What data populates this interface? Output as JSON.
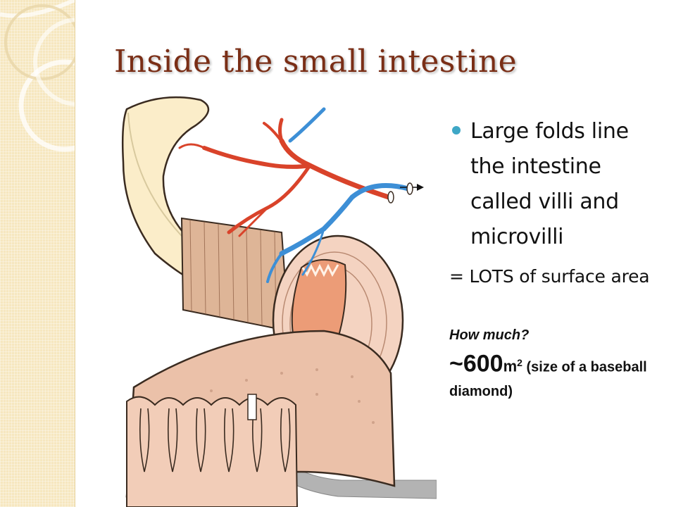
{
  "slide": {
    "title": "Inside the small intestine",
    "bullet": "Large folds line the intestine called villi and microvilli",
    "equals_line": "= LOTS of surface area",
    "question": "How much?",
    "answer": {
      "value": "~600",
      "unit": "m",
      "exponent": "2",
      "note": "(size of a baseball diamond)"
    }
  },
  "colors": {
    "title": "#7a2e16",
    "bullet": "#3ea7c6",
    "sidebar": "#f6e7bf",
    "artery": "#d9432a",
    "vein": "#3d8fd6"
  },
  "illustration": {
    "subject": "small-intestine-cross-section"
  }
}
